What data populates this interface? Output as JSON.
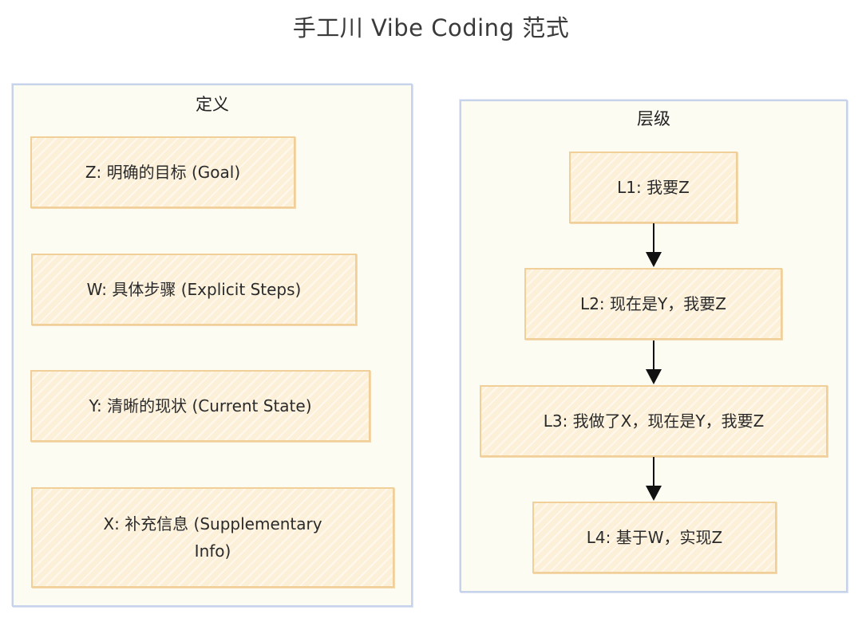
{
  "title": "手工川 Vibe Coding 范式",
  "definitions": {
    "label": "定义",
    "items": [
      "Z: 明确的目标 (Goal)",
      "W: 具体步骤 (Explicit Steps)",
      "Y: 清晰的现状 (Current State)",
      "X: 补充信息 (Supplementary Info)"
    ]
  },
  "levels": {
    "label": "层级",
    "items": [
      "L1: 我要Z",
      "L2: 现在是Y，我要Z",
      "L3: 我做了X，现在是Y，我要Z",
      "L4: 基于W，实现Z"
    ]
  },
  "colors": {
    "panel_border": "#c7d3ea",
    "panel_fill": "#fdfcf3",
    "box_border": "#f0cf98",
    "box_fill": "#fcf0d9",
    "arrow": "#111111"
  }
}
